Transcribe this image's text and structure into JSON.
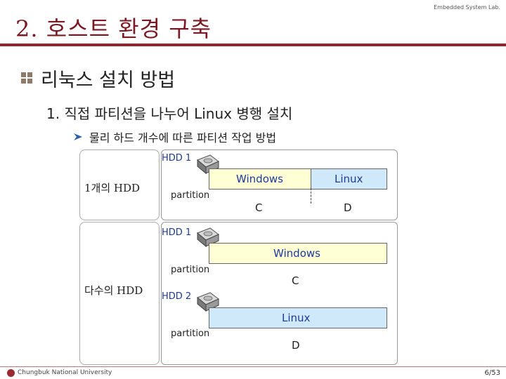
{
  "header": {
    "title": "2. 호스트 환경 구축",
    "lab": "Embedded System Lab."
  },
  "content": {
    "heading1": "리눅스 설치 방법",
    "heading2": "1. 직접 파티션을 나누어 Linux 병행 설치",
    "heading3": "물리 하드 개수에 따른 파티션 작업 방법"
  },
  "diagram": {
    "single": {
      "label": "1개의 HDD",
      "hdd": "HDD 1",
      "partition": "partition",
      "windows": "Windows",
      "linux": "Linux",
      "drive_c": "C",
      "drive_d": "D"
    },
    "multi": {
      "label": "다수의 HDD",
      "hdd1": "HDD 1",
      "hdd2": "HDD 2",
      "partition1": "partition",
      "partition2": "partition",
      "windows": "Windows",
      "linux": "Linux",
      "drive_c": "C",
      "drive_d": "D"
    }
  },
  "footer": {
    "university": "Chungbuk National University",
    "page": "6/53"
  },
  "colors": {
    "title": "#7b1a24",
    "windows_fill": "#ffffd6",
    "linux_fill": "#cfe9fa",
    "label_blue": "#1c3a9a"
  }
}
